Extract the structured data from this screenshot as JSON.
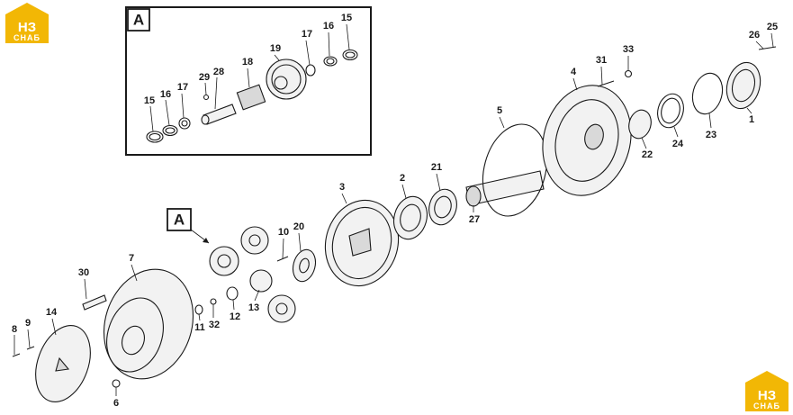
{
  "logo": {
    "line1": "НЗ",
    "line2": "СНАБ",
    "color": "#f2b705"
  },
  "detail": {
    "tag": "A"
  },
  "main_tag": "A",
  "callouts": {
    "c1": "1",
    "c2": "2",
    "c3": "3",
    "c4": "4",
    "c5": "5",
    "c6": "6",
    "c7": "7",
    "c8": "8",
    "c9": "9",
    "c10": "10",
    "c11": "11",
    "c12": "12",
    "c13": "13",
    "c14": "14",
    "c15a": "15",
    "c15b": "15",
    "c16a": "16",
    "c16b": "16",
    "c17a": "17",
    "c17b": "17",
    "c18": "18",
    "c19": "19",
    "c20": "20",
    "c21": "21",
    "c22": "22",
    "c23": "23",
    "c24": "24",
    "c25": "25",
    "c26": "26",
    "c27": "27",
    "c28": "28",
    "c29": "29",
    "c30": "30",
    "c31": "31",
    "c32": "32",
    "c33": "33"
  }
}
